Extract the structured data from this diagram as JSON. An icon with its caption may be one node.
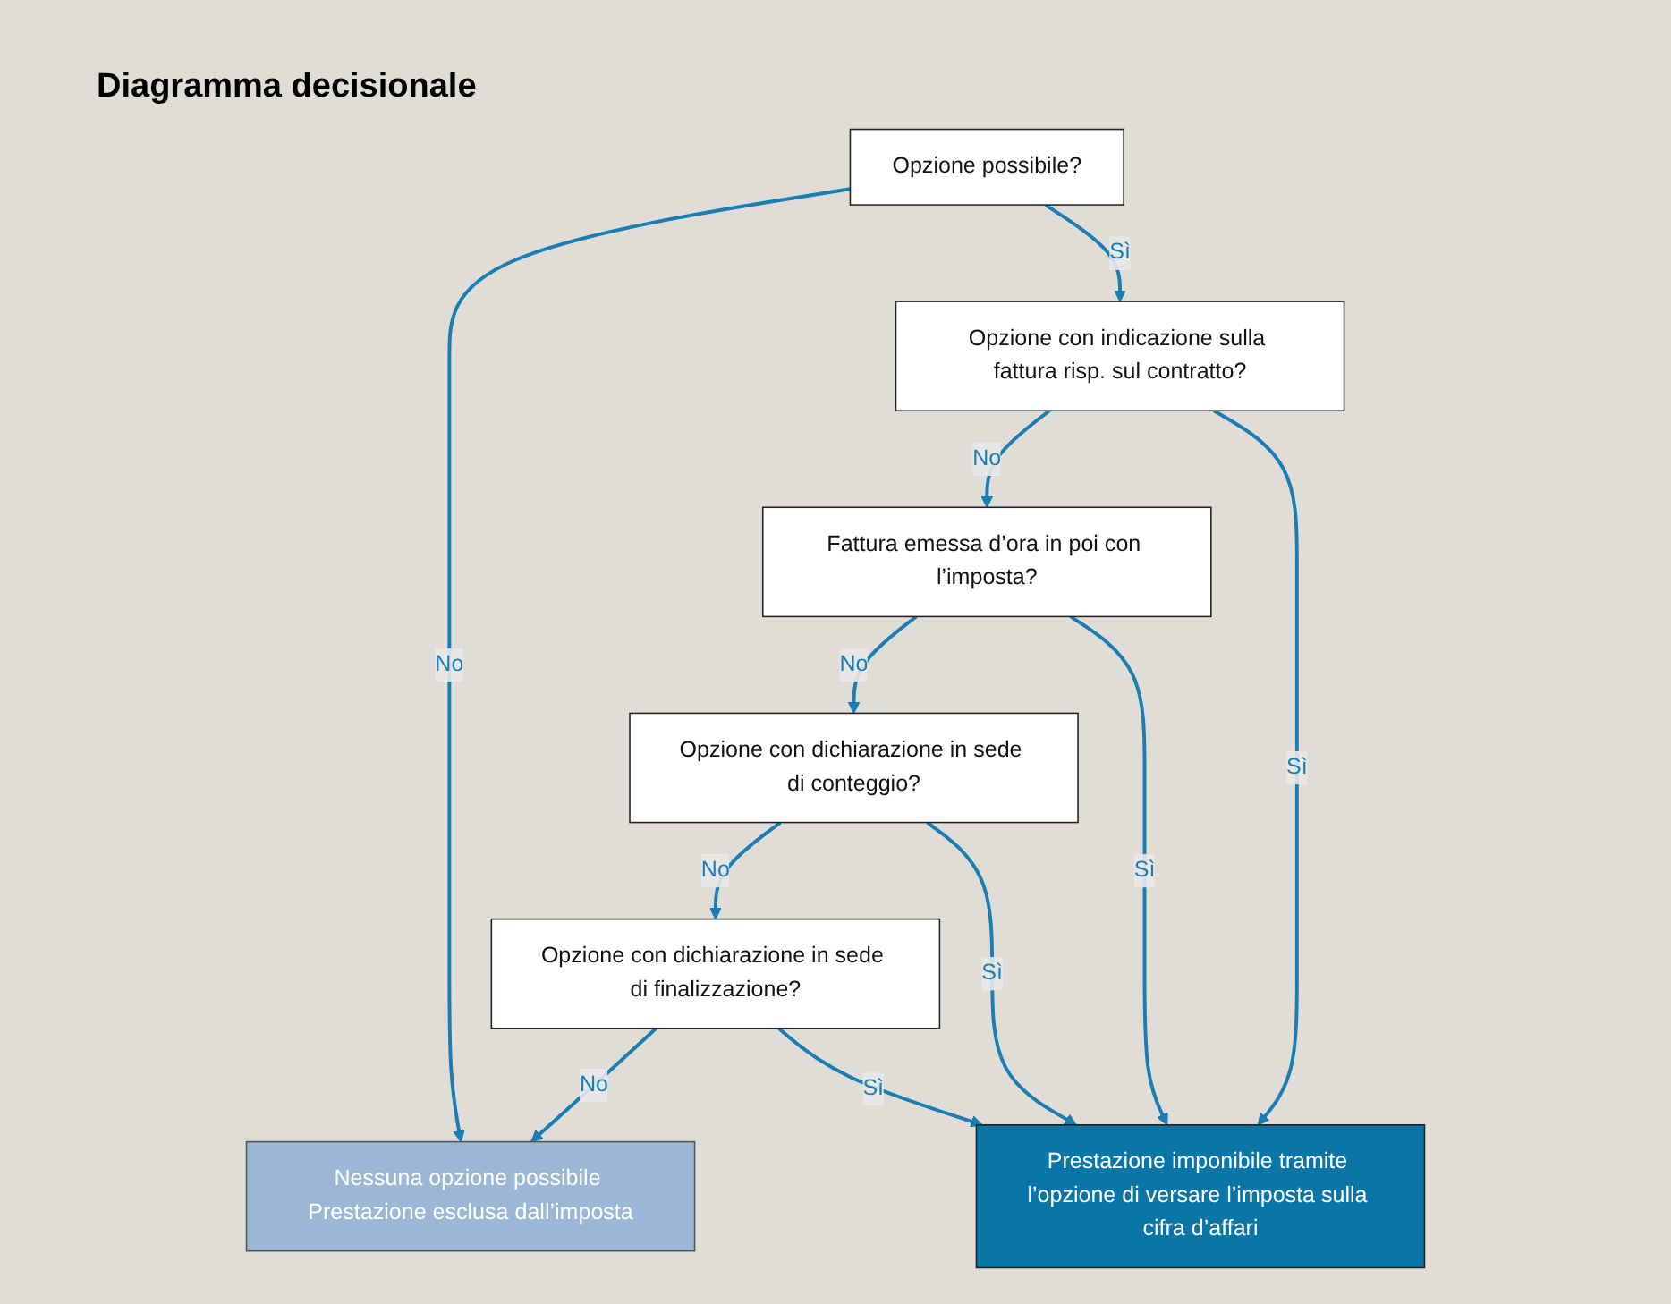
{
  "diagram": {
    "title": "Diagramma decisionale",
    "nodes": [
      {
        "text": [
          "Opzione possibile?"
        ]
      },
      {
        "text": [
          "Opzione con indicazione sulla fattura risp. sul contratto?"
        ]
      },
      {
        "text": [
          "Fattura emessa d’ora in poi con l’imposta?"
        ]
      },
      {
        "text": [
          "Opzione con dichiarazione in sede di conteggio?"
        ]
      },
      {
        "text": [
          "Opzione con dichiarazione in sede di finalizzazione?"
        ]
      },
      {
        "text": [
          "Prestazione imponibile tramite l’opzione di versare l’imposta sulla cifra d’affari"
        ]
      },
      {
        "text": [
          "Nessuna opzione possibile Prestazione esclusa dall’imposta"
        ]
      }
    ],
    "edges": [
      {
        "from": 0,
        "to": 6,
        "arrow": "to",
        "label": "No"
      },
      {
        "from": 0,
        "to": 1,
        "arrow": "to",
        "label": "Sì"
      },
      {
        "from": 1,
        "to": 2,
        "arrow": "to",
        "label": "No"
      },
      {
        "from": 1,
        "to": 5,
        "arrow": "to",
        "label": "Sì"
      },
      {
        "from": 2,
        "to": 3,
        "arrow": "to",
        "label": "No"
      },
      {
        "from": 2,
        "to": 5,
        "arrow": "to",
        "label": "Sì"
      },
      {
        "from": 3,
        "to": 4,
        "arrow": "to",
        "label": "No"
      },
      {
        "from": 3,
        "to": 5,
        "arrow": "to",
        "label": "Sì"
      },
      {
        "from": 4,
        "to": 6,
        "arrow": "to",
        "label": "No"
      },
      {
        "from": 4,
        "to": 5,
        "arrow": "to",
        "label": "Sì"
      }
    ]
  }
}
